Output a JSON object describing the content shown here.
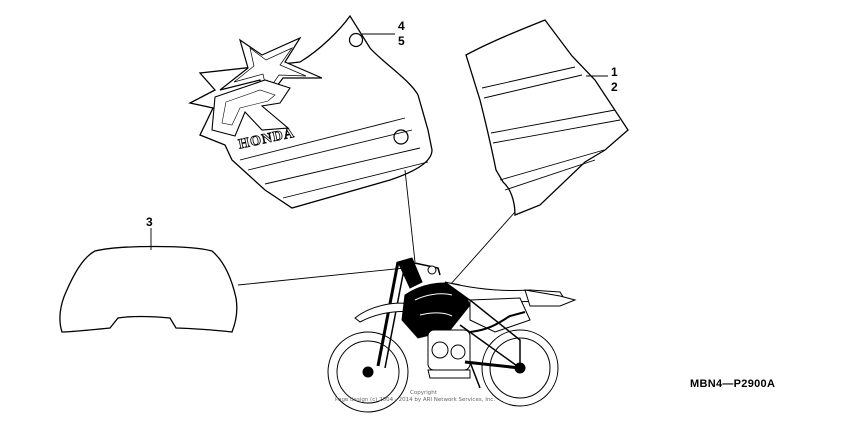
{
  "diagram": {
    "callouts": {
      "part_1": "1",
      "part_2": "2",
      "part_3": "3",
      "part_4": "4",
      "part_5": "5"
    },
    "decal_brand_text": "HONDA",
    "diagram_code": "MBN4—P2900A",
    "copyright": {
      "line1": "Copyright",
      "line2": "Page design (c) 2004 - 2014 by ARI Network Services, Inc."
    }
  }
}
